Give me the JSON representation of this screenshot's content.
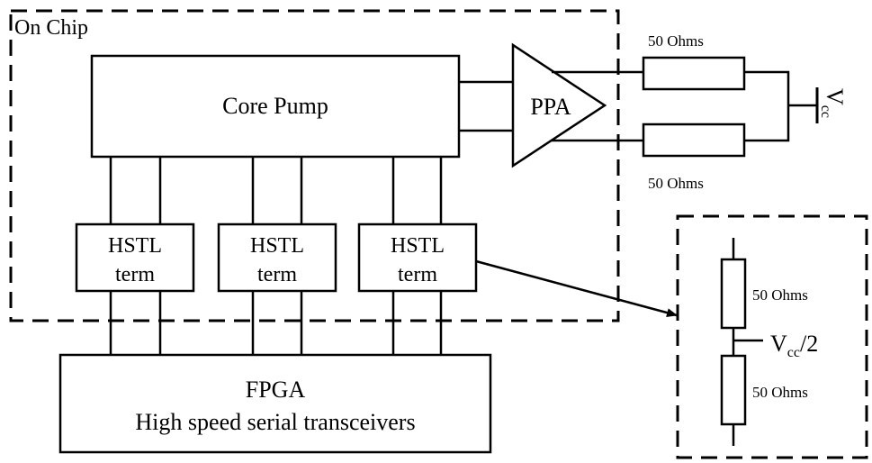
{
  "diagram": {
    "on_chip_label": "On Chip",
    "core_pump_label": "Core Pump",
    "ppa_label": "PPA",
    "resistor_top_label": "50 Ohms",
    "resistor_bottom_label": "50 Ohms",
    "vcc_main": "V",
    "vcc_main_sub": "cc",
    "hstl_blocks": [
      {
        "line1": "HSTL",
        "line2": "term"
      },
      {
        "line1": "HSTL",
        "line2": "term"
      },
      {
        "line1": "HSTL",
        "line2": "term"
      }
    ],
    "fpga_title": "FPGA",
    "fpga_subtitle": "High speed serial transceivers",
    "detail_resistor_top": "50 Ohms",
    "detail_resistor_bottom": "50 Ohms",
    "detail_v": "V",
    "detail_v_sub": "cc",
    "detail_v_suffix": "/2"
  }
}
